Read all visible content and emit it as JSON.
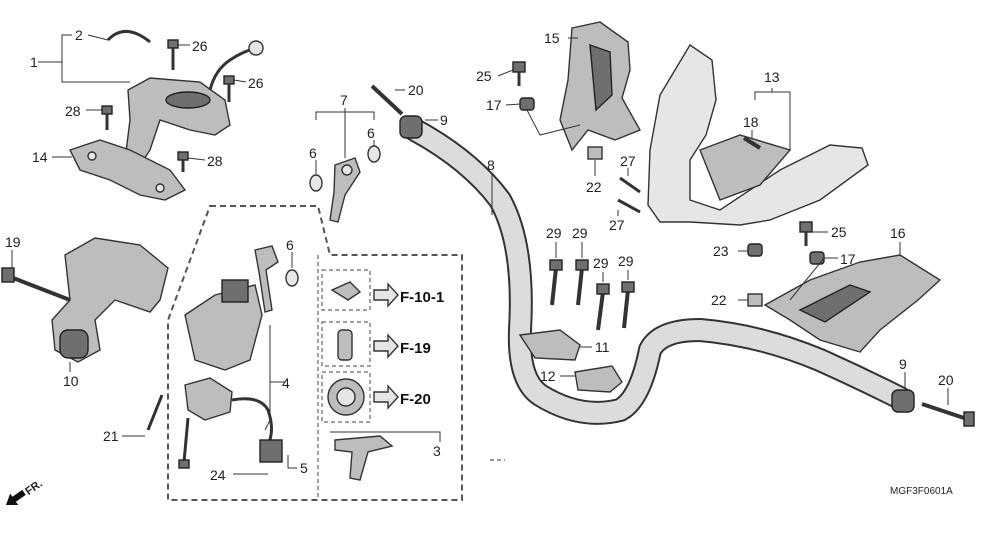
{
  "diagram_code": "MGF3F0601A",
  "front_mark": "FR.",
  "callouts": {
    "c1": "1",
    "c2": "2",
    "c3": "3",
    "c4": "4",
    "c5": "5",
    "c6a": "6",
    "c6b": "6",
    "c6c": "6",
    "c7": "7",
    "c8": "8",
    "c9a": "9",
    "c9b": "9",
    "c10": "10",
    "c11": "11",
    "c12": "12",
    "c13": "13",
    "c14": "14",
    "c15": "15",
    "c16": "16",
    "c17a": "17",
    "c17b": "17",
    "c18": "18",
    "c19": "19",
    "c20a": "20",
    "c20b": "20",
    "c21": "21",
    "c22a": "22",
    "c22b": "22",
    "c23": "23",
    "c24": "24",
    "c25a": "25",
    "c25b": "25",
    "c26a": "26",
    "c26b": "26",
    "c27a": "27",
    "c27b": "27",
    "c28a": "28",
    "c28b": "28",
    "c29a": "29",
    "c29b": "29",
    "c29c": "29",
    "c29d": "29"
  },
  "references": {
    "f10": "F-10-1",
    "f19": "F-19",
    "f20": "F-20"
  }
}
